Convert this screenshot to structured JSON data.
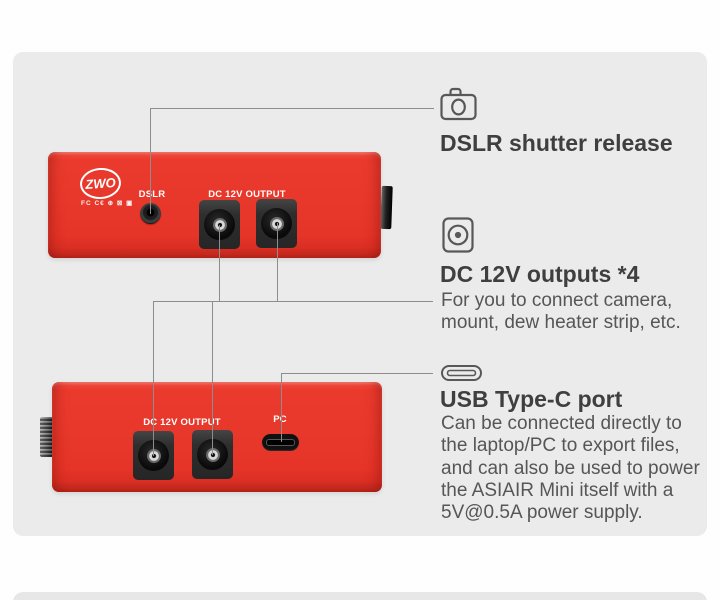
{
  "product": "ASIAIR Mini rear and front port diagram",
  "device_top": {
    "logo": "ZWO",
    "cert_marks": "FC C€ ⊕ ⊠ ▣",
    "dslr_label": "DSLR",
    "dc_label": "DC 12V OUTPUT"
  },
  "device_bottom": {
    "dc_label": "DC 12V OUTPUT",
    "pc_label": "PC"
  },
  "annotations": {
    "dslr": {
      "icon": "camera-icon",
      "title": "DSLR shutter release"
    },
    "dc": {
      "icon": "dc-jack-icon",
      "title": "DC 12V outputs *4",
      "body_lines": [
        "For you to connect camera,",
        "mount, dew heater strip, etc."
      ]
    },
    "usb": {
      "icon": "usb-c-icon",
      "title": "USB Type-C port",
      "body_lines": [
        "Can be connected directly to",
        "the laptop/PC to export files,",
        "and can also be used to power",
        "the ASIAIR Mini itself with a",
        "5V@0.5A power supply."
      ]
    }
  },
  "colors": {
    "device_red": "#e8382b",
    "panel_bg": "#ebebeb",
    "line_gray": "#8d8d8d",
    "heading_text": "#3f3f3f",
    "body_text": "#565656",
    "label_white": "#ffffff"
  }
}
